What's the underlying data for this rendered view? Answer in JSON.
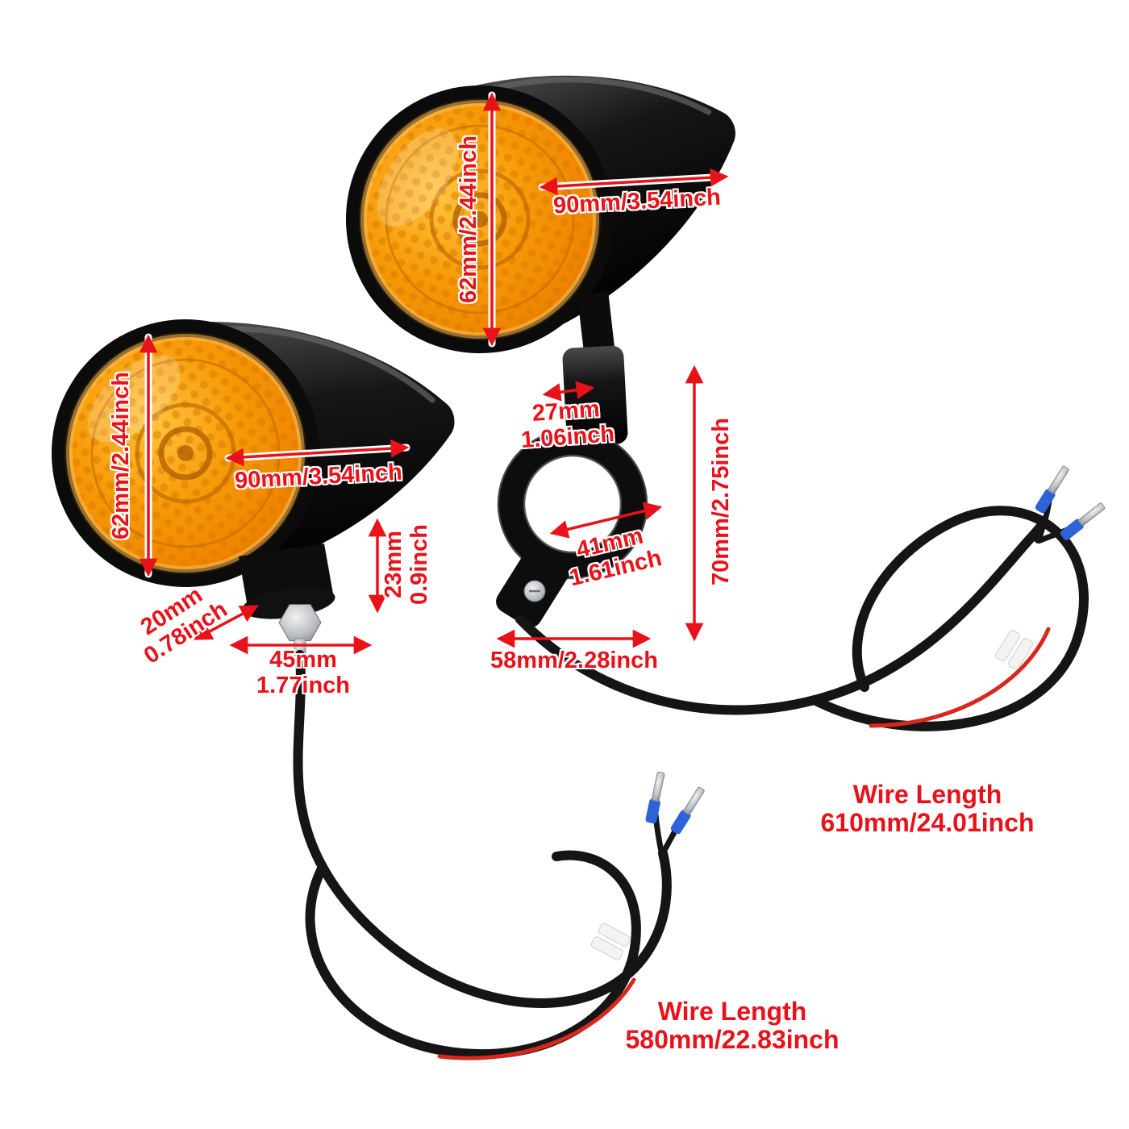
{
  "image_type": "product-dimension-photo",
  "product": "motorcycle bullet turn signal lights with amber lenses, black housings, fork clamp mount and wiring",
  "colors": {
    "background": "#ffffff",
    "annotation_red": "#e8121a",
    "lens_amber": "#f79a07",
    "housing_black": "#0d0d0d",
    "wire_red": "#d8271c",
    "connector_blue": "#2e62d9",
    "tape_white": "#f3f3f3",
    "metal_silver": "#b9bcc1"
  },
  "dimensions": {
    "top_lens_diameter": "90mm/3.54inch",
    "top_lens_height": "62mm/2.44inch",
    "left_lens_diameter": "90mm/3.54inch",
    "left_lens_height": "62mm/2.44inch",
    "mount_neck": {
      "l1": "20mm",
      "l2": "0.78inch"
    },
    "mount_base": {
      "l1": "45mm",
      "l2": "1.77inch"
    },
    "mount_height": {
      "l1": "23mm",
      "l2": "0.9inch"
    },
    "clamp_top_width": {
      "l1": "27mm",
      "l2": "1.06inch"
    },
    "clamp_inner_diameter": {
      "l1": "41mm",
      "l2": "1.61inch"
    },
    "clamp_height": "70mm/2.75inch",
    "clamp_base_width": "58mm/2.28inch"
  },
  "wires": {
    "right": {
      "l1": "Wire Length",
      "l2": "610mm/24.01inch"
    },
    "left": {
      "l1": "Wire Length",
      "l2": "580mm/22.83inch"
    }
  }
}
